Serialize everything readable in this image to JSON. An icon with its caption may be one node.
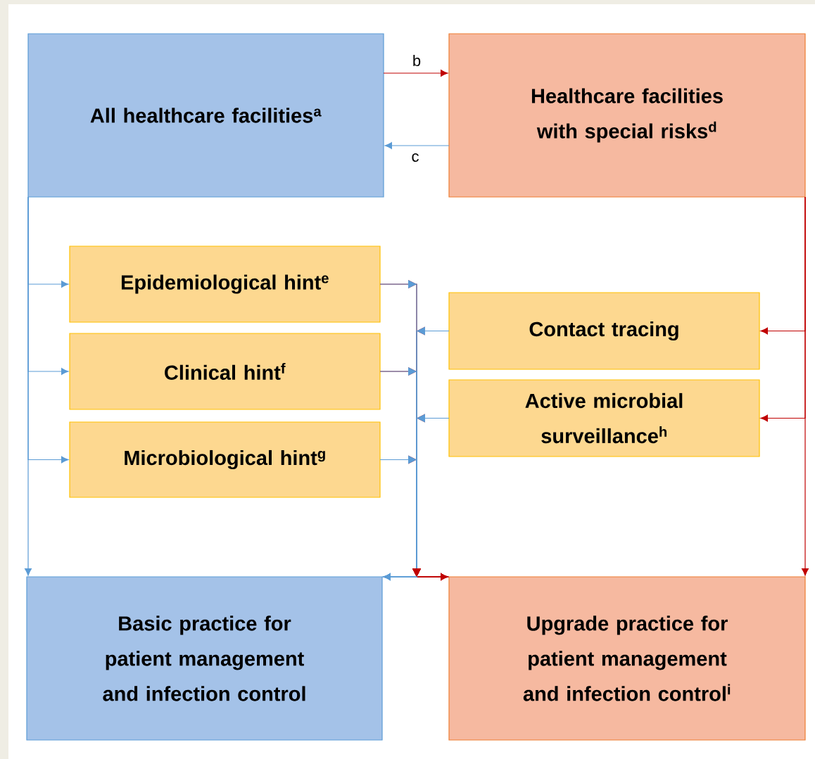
{
  "diagram": {
    "nodes": [
      {
        "text": [
          "All healthcare facilities$^{a}$"
        ]
      },
      {
        "text": [
          "Healthcare facilities with special risks$^{d}$"
        ]
      },
      {
        "text": [
          "Epidemiological hint$^{e}$"
        ]
      },
      {
        "text": [
          "Contact tracing"
        ]
      },
      {
        "text": [
          "Clinical hint$^{f}$"
        ]
      },
      {
        "text": [
          "Active microbial surveillance$^{h}$"
        ]
      },
      {
        "text": [
          "Microbiological hint$^{g}$"
        ]
      },
      {
        "text": [
          "Basic practice for patient management and infection control"
        ]
      },
      {
        "text": [
          "Upgrade practice for patient management and infection control$^{i}$"
        ]
      }
    ],
    "edges": [
      {
        "from": 0,
        "to": 1,
        "arrow": "to",
        "label": "b",
        "color": "#c00000"
      },
      {
        "from": 1,
        "to": 0,
        "arrow": "to",
        "label": "c",
        "color": "#5b9bd5"
      },
      {
        "from": 0,
        "to": 2,
        "arrow": "to",
        "color": "#5b9bd5"
      },
      {
        "from": 0,
        "to": 4,
        "arrow": "to",
        "color": "#5b9bd5"
      },
      {
        "from": 0,
        "to": 6,
        "arrow": "to",
        "color": "#5b9bd5"
      },
      {
        "from": 0,
        "to": 7,
        "arrow": "to",
        "color": "#5b9bd5"
      },
      {
        "from": 1,
        "to": 3,
        "arrow": "to",
        "color": "#c00000"
      },
      {
        "from": 1,
        "to": 5,
        "arrow": "to",
        "color": "#c00000"
      },
      {
        "from": 1,
        "to": 8,
        "arrow": "to",
        "color": "#c00000"
      },
      {
        "from": 2,
        "to": 8,
        "arrow": "to",
        "color": "#c00000"
      },
      {
        "from": 4,
        "to": 8,
        "arrow": "to",
        "color": "#c00000"
      },
      {
        "from": 6,
        "to": 8,
        "arrow": "to",
        "color": "#c00000"
      },
      {
        "from": 3,
        "to": 8,
        "arrow": "to",
        "color": "#c00000"
      },
      {
        "from": 5,
        "to": 8,
        "arrow": "to",
        "color": "#c00000"
      },
      {
        "from": 2,
        "to": 7,
        "arrow": "to",
        "color": "#5b9bd5"
      },
      {
        "from": 4,
        "to": 7,
        "arrow": "to",
        "color": "#5b9bd5"
      },
      {
        "from": 6,
        "to": 7,
        "arrow": "to",
        "color": "#5b9bd5"
      },
      {
        "from": 3,
        "to": 7,
        "arrow": "to",
        "color": "#5b9bd5"
      },
      {
        "from": 5,
        "to": 7,
        "arrow": "to",
        "color": "#5b9bd5"
      }
    ]
  }
}
